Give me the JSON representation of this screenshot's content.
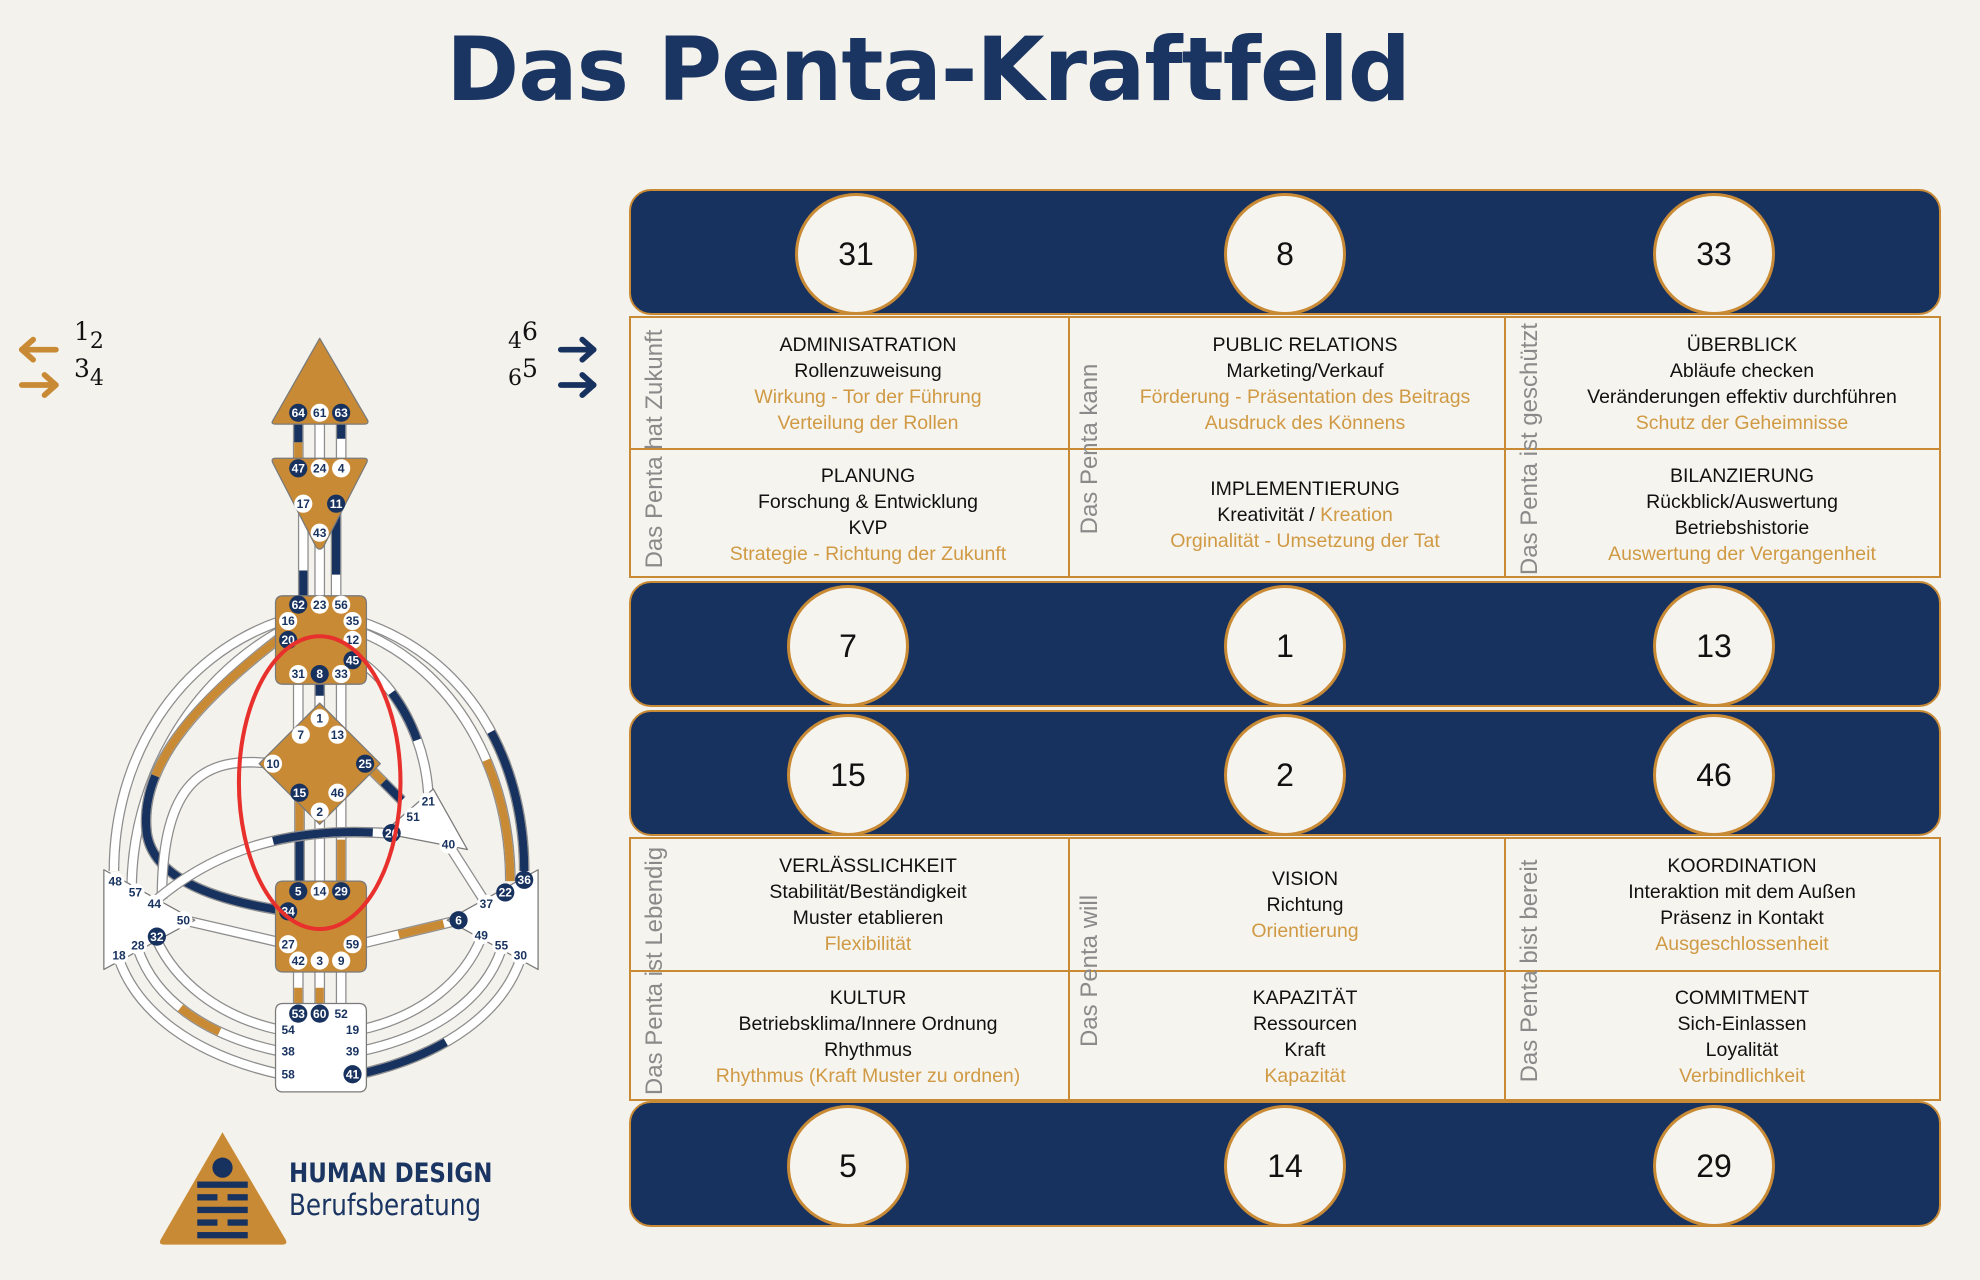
{
  "title": "Das Penta-Kraftfeld",
  "colors": {
    "navy": "#18325f",
    "gold": "#c98a35",
    "gold_text": "#d09a45",
    "background": "#f4f2ec",
    "label_gray": "#8a8a8a",
    "highlight_ring": "#e8302c"
  },
  "legend": {
    "left": [
      {
        "arrow": "arrow-left-icon",
        "main": "1",
        "sub": "2"
      },
      {
        "arrow": "arrow-right-icon",
        "main": "3",
        "sub": "4"
      }
    ],
    "right": [
      {
        "arrow": "arrow-right-icon",
        "sub": "4",
        "main": "6"
      },
      {
        "arrow": "arrow-right-icon",
        "sub": "6",
        "main": "5"
      }
    ]
  },
  "bands": [
    [
      "31",
      "8",
      "33"
    ],
    [
      "7",
      "1",
      "13"
    ],
    [
      "15",
      "2",
      "46"
    ],
    [
      "5",
      "14",
      "29"
    ]
  ],
  "sections": [
    {
      "labels": [
        "Das Penta hat Zukunft",
        "Das Penta kann",
        "Das Penta ist geschützt"
      ],
      "rows": [
        [
          {
            "lines": [
              [
                {
                  "t": "ADMINISATRATION"
                }
              ],
              [
                {
                  "t": "Rollenzuweisung"
                }
              ],
              [
                {
                  "t": "Wirkung - Tor der Führung",
                  "g": true
                }
              ],
              [
                {
                  "t": "Verteilung der Rollen",
                  "g": true
                }
              ]
            ]
          },
          {
            "lines": [
              [
                {
                  "t": "PUBLIC RELATIONS"
                }
              ],
              [
                {
                  "t": "Marketing/Verkauf"
                }
              ],
              [
                {
                  "t": "Förderung - Präsentation des Beitrags",
                  "g": true
                }
              ],
              [
                {
                  "t": "Ausdruck des Könnens",
                  "g": true
                }
              ]
            ]
          },
          {
            "lines": [
              [
                {
                  "t": "ÜBERBLICK"
                }
              ],
              [
                {
                  "t": "Abläufe checken"
                }
              ],
              [
                {
                  "t": "Veränderungen effektiv durchführen"
                }
              ],
              [
                {
                  "t": "Schutz der Geheimnisse",
                  "g": true
                }
              ]
            ]
          }
        ],
        [
          {
            "lines": [
              [
                {
                  "t": "PLANUNG"
                }
              ],
              [
                {
                  "t": "Forschung & Entwicklung"
                }
              ],
              [
                {
                  "t": "KVP"
                }
              ],
              [
                {
                  "t": "Strategie - Richtung der Zukunft",
                  "g": true
                }
              ]
            ]
          },
          {
            "lines": [
              [
                {
                  "t": "IMPLEMENTIERUNG"
                }
              ],
              [
                {
                  "t": "Kreativität / "
                },
                {
                  "t": "Kreation",
                  "g": true
                }
              ],
              [
                {
                  "t": "Orginalität - Umsetzung der Tat",
                  "g": true
                }
              ]
            ]
          },
          {
            "lines": [
              [
                {
                  "t": "BILANZIERUNG"
                }
              ],
              [
                {
                  "t": "Rückblick/Auswertung"
                }
              ],
              [
                {
                  "t": "Betriebshistorie"
                }
              ],
              [
                {
                  "t": "Auswertung der Vergangenheit",
                  "g": true
                }
              ]
            ]
          }
        ]
      ]
    },
    {
      "labels": [
        "Das Penta ist Lebendig",
        "Das Penta will",
        "Das Penta bist bereit"
      ],
      "rows": [
        [
          {
            "lines": [
              [
                {
                  "t": "VERLÄSSLICHKEIT"
                }
              ],
              [
                {
                  "t": "Stabilität/Beständigkeit"
                }
              ],
              [
                {
                  "t": "Muster etablieren"
                }
              ],
              [
                {
                  "t": "Flexibilität",
                  "g": true
                }
              ]
            ]
          },
          {
            "lines": [
              [
                {
                  "t": "VISION"
                }
              ],
              [
                {
                  "t": "Richtung"
                }
              ],
              [
                {
                  "t": "Orientierung",
                  "g": true
                }
              ]
            ]
          },
          {
            "lines": [
              [
                {
                  "t": "KOORDINATION"
                }
              ],
              [
                {
                  "t": "Interaktion mit dem Außen"
                }
              ],
              [
                {
                  "t": "Präsenz in Kontakt"
                }
              ],
              [
                {
                  "t": "Ausgeschlossenheit",
                  "g": true
                }
              ]
            ]
          }
        ],
        [
          {
            "lines": [
              [
                {
                  "t": "KULTUR"
                }
              ],
              [
                {
                  "t": "Betriebsklima/Innere Ordnung"
                }
              ],
              [
                {
                  "t": "Rhythmus"
                }
              ],
              [
                {
                  "t": "Rhythmus (Kraft Muster zu ordnen)",
                  "g": true
                }
              ]
            ]
          },
          {
            "lines": [
              [
                {
                  "t": "KAPAZITÄT"
                }
              ],
              [
                {
                  "t": "Ressourcen"
                }
              ],
              [
                {
                  "t": "Kraft"
                }
              ],
              [
                {
                  "t": "Kapazität",
                  "g": true
                }
              ]
            ]
          },
          {
            "lines": [
              [
                {
                  "t": "COMMITMENT"
                }
              ],
              [
                {
                  "t": "Sich-Einlassen"
                }
              ],
              [
                {
                  "t": "Loyalität"
                }
              ],
              [
                {
                  "t": "Verbindlichkeit",
                  "g": true
                }
              ]
            ]
          }
        ]
      ]
    }
  ],
  "bodygraph": {
    "gates": [
      {
        "n": "64",
        "active": true
      },
      {
        "n": "61",
        "active": false
      },
      {
        "n": "63",
        "active": true
      },
      {
        "n": "47",
        "active": true
      },
      {
        "n": "24",
        "active": false
      },
      {
        "n": "4",
        "active": false
      },
      {
        "n": "17",
        "active": false
      },
      {
        "n": "11",
        "active": true
      },
      {
        "n": "43",
        "active": false
      },
      {
        "n": "62",
        "active": true
      },
      {
        "n": "23",
        "active": false
      },
      {
        "n": "56",
        "active": false
      },
      {
        "n": "16",
        "active": false
      },
      {
        "n": "35",
        "active": false
      },
      {
        "n": "20",
        "active": true
      },
      {
        "n": "12",
        "active": false
      },
      {
        "n": "45",
        "active": true
      },
      {
        "n": "31",
        "active": false
      },
      {
        "n": "8",
        "active": true
      },
      {
        "n": "33",
        "active": false
      },
      {
        "n": "1",
        "active": false
      },
      {
        "n": "7",
        "active": false
      },
      {
        "n": "13",
        "active": false
      },
      {
        "n": "10",
        "active": false
      },
      {
        "n": "25",
        "active": true
      },
      {
        "n": "15",
        "active": true
      },
      {
        "n": "46",
        "active": false
      },
      {
        "n": "2",
        "active": false
      },
      {
        "n": "21",
        "active": false
      },
      {
        "n": "51",
        "active": false
      },
      {
        "n": "26",
        "active": true
      },
      {
        "n": "40",
        "active": false
      },
      {
        "n": "5",
        "active": true
      },
      {
        "n": "14",
        "active": false
      },
      {
        "n": "29",
        "active": true
      },
      {
        "n": "34",
        "active": true
      },
      {
        "n": "27",
        "active": false
      },
      {
        "n": "59",
        "active": false
      },
      {
        "n": "42",
        "active": false
      },
      {
        "n": "3",
        "active": false
      },
      {
        "n": "9",
        "active": false
      },
      {
        "n": "53",
        "active": true
      },
      {
        "n": "60",
        "active": true
      },
      {
        "n": "52",
        "active": false
      },
      {
        "n": "54",
        "active": false
      },
      {
        "n": "19",
        "active": false
      },
      {
        "n": "38",
        "active": false
      },
      {
        "n": "39",
        "active": false
      },
      {
        "n": "58",
        "active": false
      },
      {
        "n": "41",
        "active": true
      },
      {
        "n": "48",
        "active": false
      },
      {
        "n": "57",
        "active": false
      },
      {
        "n": "44",
        "active": false
      },
      {
        "n": "50",
        "active": false
      },
      {
        "n": "32",
        "active": true
      },
      {
        "n": "28",
        "active": false
      },
      {
        "n": "18",
        "active": false
      },
      {
        "n": "36",
        "active": true
      },
      {
        "n": "22",
        "active": true
      },
      {
        "n": "37",
        "active": false
      },
      {
        "n": "6",
        "active": true
      },
      {
        "n": "49",
        "active": false
      },
      {
        "n": "55",
        "active": false
      },
      {
        "n": "30",
        "active": false
      }
    ]
  },
  "logo": {
    "line1": "HUMAN DESIGN",
    "line2": "Berufsberatung"
  }
}
